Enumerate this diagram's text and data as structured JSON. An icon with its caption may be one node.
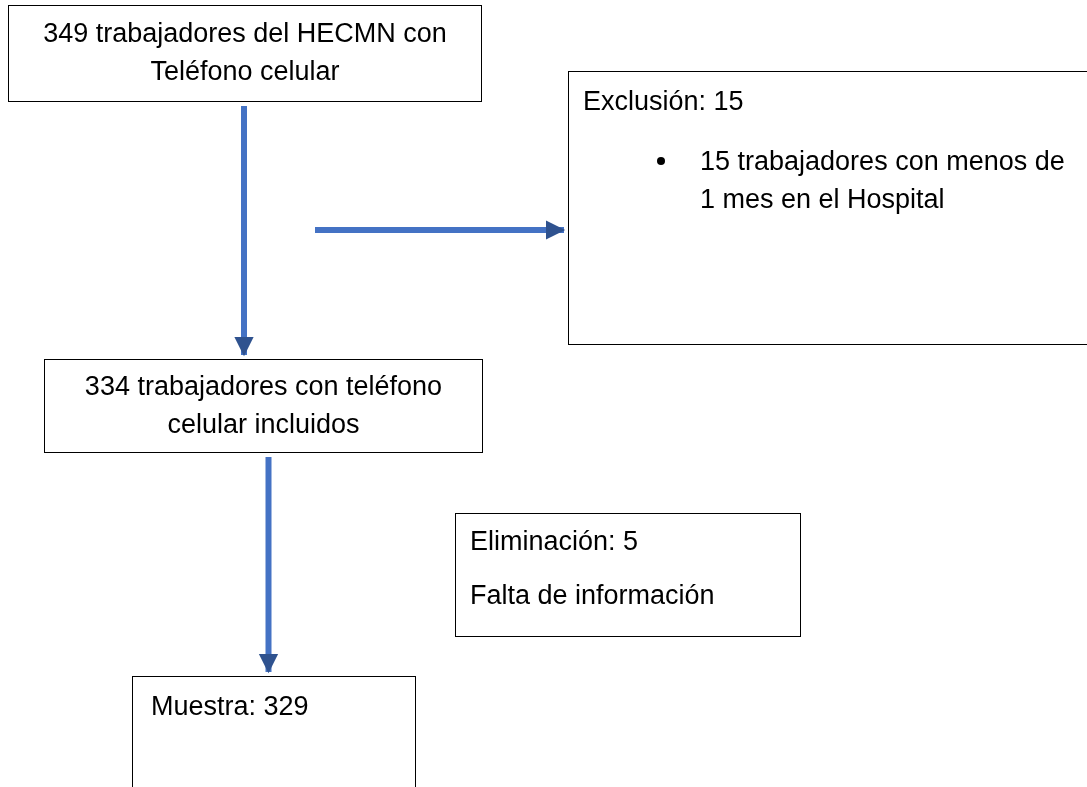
{
  "diagram": {
    "nodes": [
      {
        "text": [
          "349 trabajadores del HECMN con Teléfono celular"
        ]
      },
      {
        "text": [
          "Exclusión: 15",
          "15 trabajadores con menos de 1 mes en el Hospital"
        ]
      },
      {
        "text": [
          "334 trabajadores con teléfono celular incluidos"
        ]
      },
      {
        "text": [
          "Eliminación: 5",
          "Falta de información"
        ]
      },
      {
        "text": [
          "Muestra: 329"
        ]
      }
    ],
    "edges": [
      {
        "from": 0,
        "to": 2,
        "arrow": "to"
      },
      {
        "from": null,
        "to": 1,
        "arrow": "to"
      },
      {
        "from": 2,
        "to": 4,
        "arrow": "to"
      }
    ]
  }
}
